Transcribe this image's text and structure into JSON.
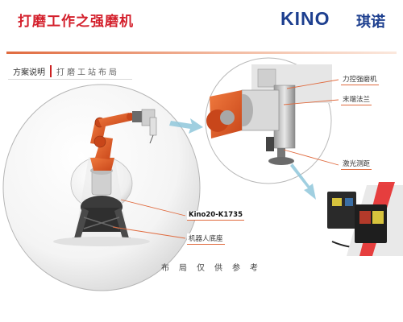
{
  "header": {
    "title": "打磨工作之强磨机",
    "brand_logo": "KINO",
    "brand_cn": "琪诺"
  },
  "section": {
    "tab_label": "方案说明",
    "tab_subtitle": "打磨工站布局"
  },
  "callouts": {
    "force_grinder": "力控强磨机",
    "end_flange": "末端法兰",
    "laser_sensor": "激光测距",
    "robot_model": "Kino20-K1735",
    "robot_base": "机器人底座"
  },
  "footer": {
    "note": "布局仅供参考"
  },
  "colors": {
    "title_red": "#d4202c",
    "brand_blue": "#1d3f8f",
    "robot_orange": "#e2571f",
    "arrow_blue": "#8fc7da",
    "accent_rule": "#e06b3f"
  }
}
